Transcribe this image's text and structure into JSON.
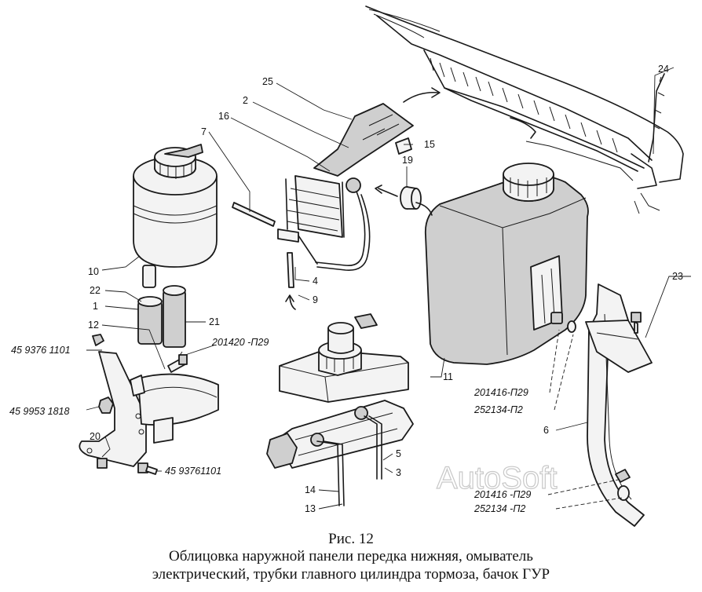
{
  "figure": {
    "label": "Рис. 12",
    "caption_line_1": "Облицовка наружной панели передка нижняя, омыватель",
    "caption_line_2": "электрический, трубки главного цилиндра тормоза, бачок ГУР"
  },
  "watermark": "AutoSoft",
  "callouts": {
    "n1": "1",
    "n2": "2",
    "n3": "3",
    "n4": "4",
    "n5": "5",
    "n6": "6",
    "n7": "7",
    "n9": "9",
    "n10": "10",
    "n11": "11",
    "n12": "12",
    "n13": "13",
    "n14": "14",
    "n15": "15",
    "n16": "16",
    "n19": "19",
    "n20": "20",
    "n21": "21",
    "n22": "22",
    "n23": "23",
    "n24": "24",
    "n25": "25"
  },
  "part_codes": {
    "c_4593761101_top": "45 9376 1101",
    "c_4599531818": "45 9953 1818",
    "c_4593761101_bottom": "45 93761101",
    "c_201420_p29": "201420 -П29",
    "c_201416_p29_a": "201416-П29",
    "c_252134_p2_a": "252134-П2",
    "c_201416_p29_b": "201416 -П29",
    "c_252134_p2_b": "252134 -П2"
  }
}
